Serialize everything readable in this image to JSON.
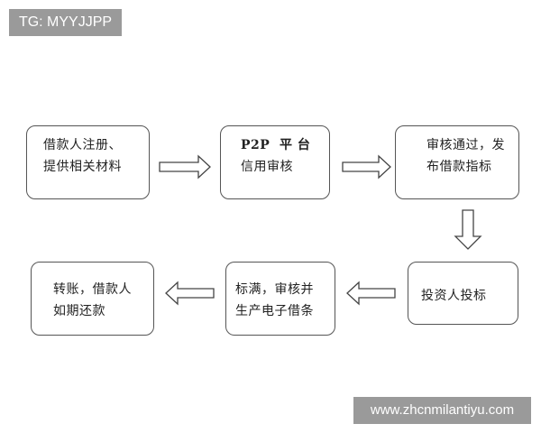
{
  "watermarks": {
    "top_left": "TG: MYYJJPP",
    "bottom_right": "www.zhcnmilantiyu.com"
  },
  "flow": {
    "steps": [
      {
        "lines": [
          "借款人注册、",
          "提供相关材料"
        ]
      },
      {
        "lines": [
          "P2P  平 台",
          "信用审核"
        ]
      },
      {
        "lines": [
          "审核通过，发",
          "布借款指标"
        ]
      },
      {
        "lines": [
          "投资人投标"
        ]
      },
      {
        "lines": [
          "标满，审核并",
          "生产电子借条"
        ]
      },
      {
        "lines": [
          "转账，借款人",
          "如期还款"
        ]
      }
    ]
  }
}
